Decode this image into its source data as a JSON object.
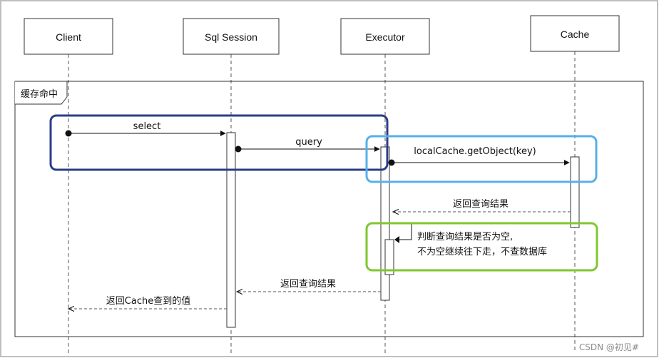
{
  "participants": [
    {
      "id": "client",
      "name": "Client"
    },
    {
      "id": "session",
      "name": "Sql Session"
    },
    {
      "id": "executor",
      "name": "Executor"
    },
    {
      "id": "cache",
      "name": "Cache"
    }
  ],
  "frame": {
    "label": "缓存命中"
  },
  "messages": {
    "select": "select",
    "query": "query",
    "get_object": "localCache.getObject(key)",
    "return_from_cache": "返回查询结果",
    "check_line1": "判断查询结果是否为空,",
    "check_line2": "不为空继续往下走，不查数据库",
    "return_to_session": "返回查询结果",
    "return_to_client": "返回Cache查到的值"
  },
  "highlights": {
    "navy": "#2b3d8a",
    "blue": "#56b0ea",
    "green": "#80c72f"
  },
  "watermark": "CSDN @初见#"
}
